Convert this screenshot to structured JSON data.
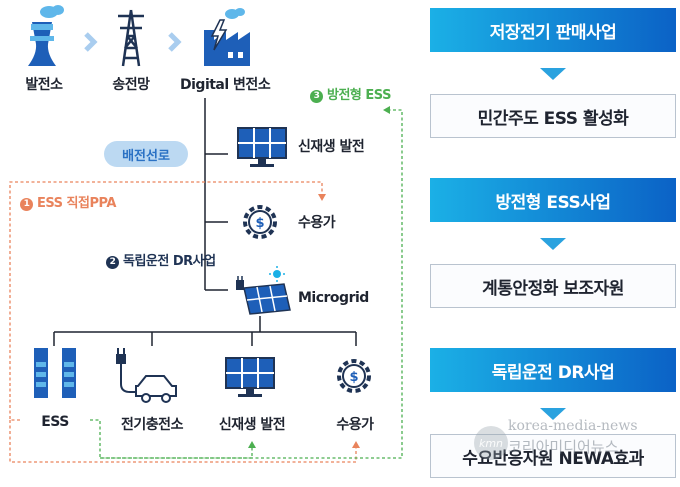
{
  "top_row": {
    "power_plant_label": "발전소",
    "transmission_label": "송전망",
    "substation_label": "Digital 변전소"
  },
  "pill_label": "배전선로",
  "branches": {
    "renewable_label": "신재생 발전",
    "consumer_label": "수용가",
    "microgrid_label": "Microgrid"
  },
  "flows": {
    "f1": {
      "num": "1",
      "label": "ESS 직접PPA",
      "color": "#e9835c"
    },
    "f2": {
      "num": "2",
      "label": "독립운전 DR사업",
      "color": "#1f3354"
    },
    "f3": {
      "num": "3",
      "label": "방전형 ESS",
      "color": "#4caf50"
    }
  },
  "bottom_row": {
    "ess_label": "ESS",
    "charging_label": "전기충전소",
    "renewable_label": "신재생 발전",
    "consumer_label": "수용가"
  },
  "right_steps": [
    {
      "head": "저장전기 판매사업",
      "box": "민간주도 ESS 활성화"
    },
    {
      "head": "방전형 ESS사업",
      "box": "계통안정화 보조자원"
    },
    {
      "head": "독립운전 DR사업",
      "box": "수요반응자원 NEWA효과"
    }
  ],
  "watermark": {
    "logo": "kmn",
    "line1": "korea-media-news",
    "line2": "코리아미디어뉴스"
  },
  "colors": {
    "icon_blue": "#1e5fb8",
    "icon_dark": "#1f3354",
    "accent_sky": "#1bb0e6",
    "line_dark": "#1f2430"
  }
}
